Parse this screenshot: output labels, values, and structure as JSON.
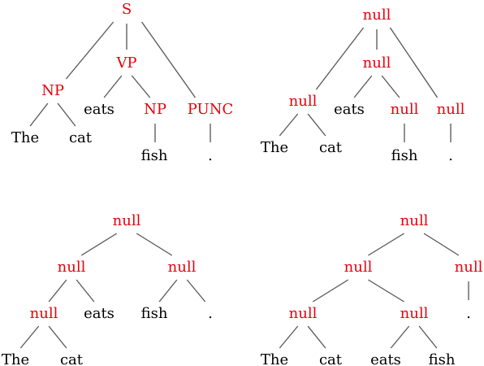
{
  "colors": {
    "nonterminal": "#e8000b",
    "terminal": "#000000",
    "edge": "#555555"
  },
  "trees": [
    {
      "nodes": [
        {
          "id": "a0",
          "label": "S",
          "kind": "nonterminal"
        },
        {
          "id": "a1",
          "label": "NP",
          "kind": "nonterminal"
        },
        {
          "id": "a2",
          "label": "VP",
          "kind": "nonterminal"
        },
        {
          "id": "a3",
          "label": "PUNC",
          "kind": "nonterminal"
        },
        {
          "id": "a4",
          "label": "The",
          "kind": "terminal"
        },
        {
          "id": "a5",
          "label": "cat",
          "kind": "terminal"
        },
        {
          "id": "a6",
          "label": "eats",
          "kind": "terminal"
        },
        {
          "id": "a7",
          "label": "NP",
          "kind": "nonterminal"
        },
        {
          "id": "a8",
          "label": "fish",
          "kind": "terminal"
        },
        {
          "id": "a9",
          "label": ".",
          "kind": "terminal"
        }
      ],
      "edges": [
        [
          "a0",
          "a1"
        ],
        [
          "a0",
          "a2"
        ],
        [
          "a0",
          "a3"
        ],
        [
          "a1",
          "a4"
        ],
        [
          "a1",
          "a5"
        ],
        [
          "a2",
          "a6"
        ],
        [
          "a2",
          "a7"
        ],
        [
          "a7",
          "a8"
        ],
        [
          "a3",
          "a9"
        ]
      ]
    },
    {
      "nodes": [
        {
          "id": "b0",
          "label": "null",
          "kind": "nonterminal"
        },
        {
          "id": "b1",
          "label": "null",
          "kind": "nonterminal"
        },
        {
          "id": "b2",
          "label": "null",
          "kind": "nonterminal"
        },
        {
          "id": "b3",
          "label": "null",
          "kind": "nonterminal"
        },
        {
          "id": "b4",
          "label": "The",
          "kind": "terminal"
        },
        {
          "id": "b5",
          "label": "cat",
          "kind": "terminal"
        },
        {
          "id": "b6",
          "label": "eats",
          "kind": "terminal"
        },
        {
          "id": "b7",
          "label": "null",
          "kind": "nonterminal"
        },
        {
          "id": "b8",
          "label": "fish",
          "kind": "terminal"
        },
        {
          "id": "b9",
          "label": ".",
          "kind": "terminal"
        }
      ],
      "edges": [
        [
          "b0",
          "b1"
        ],
        [
          "b0",
          "b2"
        ],
        [
          "b0",
          "b3"
        ],
        [
          "b1",
          "b4"
        ],
        [
          "b1",
          "b5"
        ],
        [
          "b2",
          "b6"
        ],
        [
          "b2",
          "b7"
        ],
        [
          "b7",
          "b8"
        ],
        [
          "b3",
          "b9"
        ]
      ]
    },
    {
      "nodes": [
        {
          "id": "c0",
          "label": "null",
          "kind": "nonterminal"
        },
        {
          "id": "c1",
          "label": "null",
          "kind": "nonterminal"
        },
        {
          "id": "c2",
          "label": "null",
          "kind": "nonterminal"
        },
        {
          "id": "c3",
          "label": "null",
          "kind": "nonterminal"
        },
        {
          "id": "c4",
          "label": "eats",
          "kind": "terminal"
        },
        {
          "id": "c5",
          "label": "fish",
          "kind": "terminal"
        },
        {
          "id": "c6",
          "label": ".",
          "kind": "terminal"
        },
        {
          "id": "c7",
          "label": "The",
          "kind": "terminal"
        },
        {
          "id": "c8",
          "label": "cat",
          "kind": "terminal"
        }
      ],
      "edges": [
        [
          "c0",
          "c1"
        ],
        [
          "c0",
          "c2"
        ],
        [
          "c1",
          "c3"
        ],
        [
          "c1",
          "c4"
        ],
        [
          "c2",
          "c5"
        ],
        [
          "c2",
          "c6"
        ],
        [
          "c3",
          "c7"
        ],
        [
          "c3",
          "c8"
        ]
      ]
    },
    {
      "nodes": [
        {
          "id": "d0",
          "label": "null",
          "kind": "nonterminal"
        },
        {
          "id": "d1",
          "label": "null",
          "kind": "nonterminal"
        },
        {
          "id": "d2",
          "label": "null",
          "kind": "nonterminal"
        },
        {
          "id": "d3",
          "label": "null",
          "kind": "nonterminal"
        },
        {
          "id": "d4",
          "label": "null",
          "kind": "nonterminal"
        },
        {
          "id": "d5",
          "label": ".",
          "kind": "terminal"
        },
        {
          "id": "d6",
          "label": "The",
          "kind": "terminal"
        },
        {
          "id": "d7",
          "label": "cat",
          "kind": "terminal"
        },
        {
          "id": "d8",
          "label": "eats",
          "kind": "terminal"
        },
        {
          "id": "d9",
          "label": "fish",
          "kind": "terminal"
        }
      ],
      "edges": [
        [
          "d0",
          "d1"
        ],
        [
          "d0",
          "d2"
        ],
        [
          "d1",
          "d3"
        ],
        [
          "d1",
          "d4"
        ],
        [
          "d2",
          "d5"
        ],
        [
          "d3",
          "d6"
        ],
        [
          "d3",
          "d7"
        ],
        [
          "d4",
          "d8"
        ],
        [
          "d4",
          "d9"
        ]
      ]
    }
  ]
}
